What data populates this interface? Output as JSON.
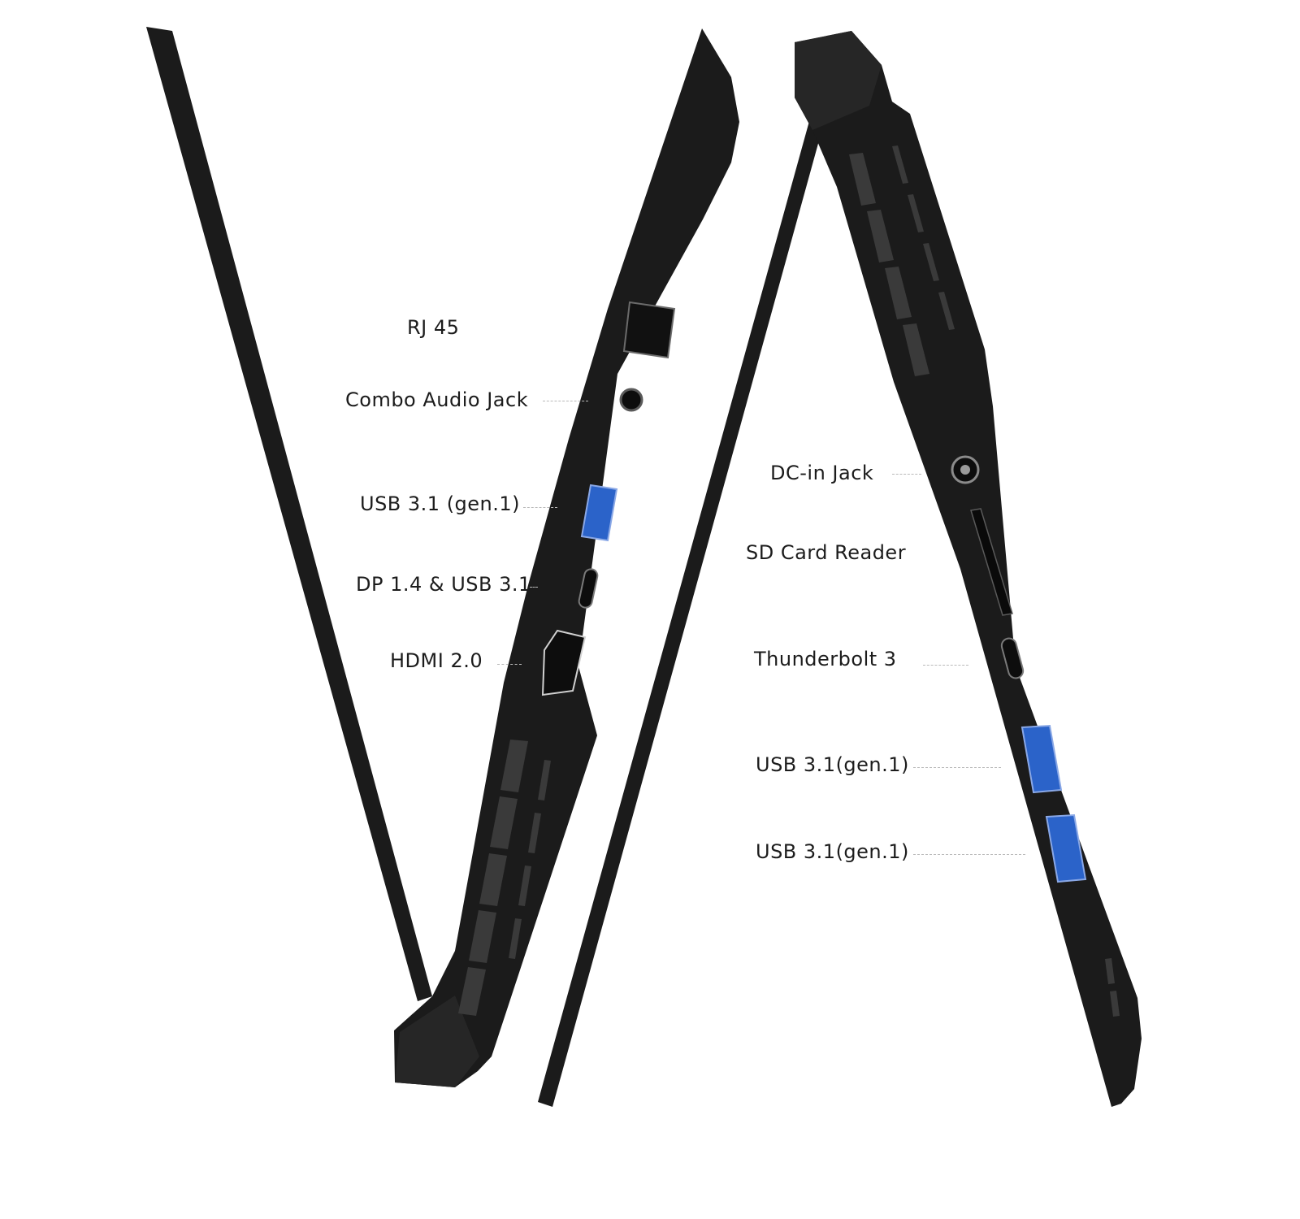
{
  "left_side_ports": [
    {
      "name": "RJ 45"
    },
    {
      "name": "Combo Audio Jack"
    },
    {
      "name": "USB 3.1  (gen.1)"
    },
    {
      "name": "DP 1.4 & USB 3.1"
    },
    {
      "name": "HDMI 2.0"
    }
  ],
  "right_side_ports": [
    {
      "name": "DC-in Jack"
    },
    {
      "name": "SD Card Reader"
    },
    {
      "name": "Thunderbolt 3"
    },
    {
      "name": "USB 3.1(gen.1)"
    },
    {
      "name": "USB 3.1(gen.1)"
    }
  ],
  "colors": {
    "chassis": "#1b1b1b",
    "chassis_edge": "#2c2c2c",
    "vent": "#3a3a3a",
    "usb_blue": "#2b63c9",
    "label": "#1c1c1c",
    "leader": "#b9b9b9"
  }
}
